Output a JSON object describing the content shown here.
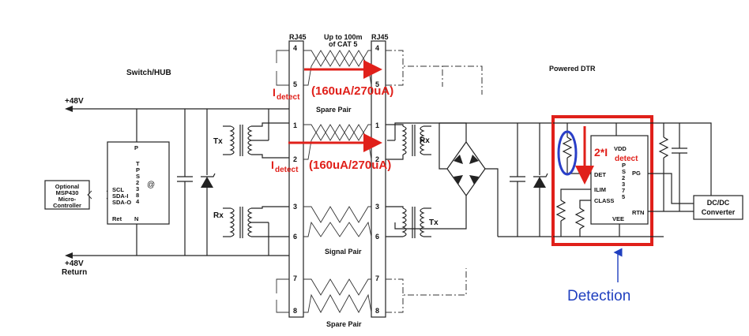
{
  "switch_side": {
    "title": "Switch/HUB",
    "plus48v": "+48V",
    "plus48v_return_l1": "+48V",
    "plus48v_return_l2": "Return",
    "mcu_l1": "Optional",
    "mcu_l2": "MSP430",
    "mcu_l3": "Micro-",
    "mcu_l4": "Controller",
    "pin_scl": "SCL",
    "pin_sda_i": "SDA-I",
    "pin_sda_o": "SDA-O",
    "pin_ret": "Ret",
    "pin_p": "P",
    "pin_n": "N",
    "chip_letters": [
      "T",
      "P",
      "S",
      "2",
      "3",
      "8",
      "4"
    ],
    "chip_at": "@",
    "tx": "Tx",
    "rx": "Rx"
  },
  "cable": {
    "rj45_left": "RJ45",
    "rj45_right": "RJ45",
    "length_l1": "Up to 100m",
    "length_l2": "of CAT 5",
    "left_pins": [
      "4",
      "5",
      "1",
      "2",
      "3",
      "6",
      "7",
      "8"
    ],
    "right_pins": [
      "4",
      "5",
      "1",
      "2",
      "3",
      "6",
      "7",
      "8"
    ],
    "spare_pair_top": "Spare Pair",
    "signal_pair": "Signal Pair",
    "spare_pair_bottom": "Spare Pair"
  },
  "annotations": {
    "idetect_1_main": "I",
    "idetect_1_sub": "detect",
    "idetect_1_value": "(160uA/270uA)",
    "idetect_2_main": "I",
    "idetect_2_sub": "detect",
    "idetect_2_value": "(160uA/270uA)",
    "two_idetect_main": "2*I",
    "two_idetect_sub": "detect",
    "detection": "Detection"
  },
  "powered_side": {
    "title": "Powered DTR",
    "rx": "Rx",
    "tx": "Tx",
    "pin_vdd": "VDD",
    "pin_det": "DET",
    "pin_ilim": "ILIM",
    "pin_class": "CLASS",
    "pin_vee": "VEE",
    "pin_pg": "PG",
    "pin_rtn": "RTN",
    "chip_letters": [
      "P",
      "S",
      "2",
      "3",
      "7",
      "5"
    ],
    "converter_l1": "DC/DC",
    "converter_l2": "Converter"
  },
  "colors": {
    "annotation_red": "#e0201a",
    "detection_blue": "#1f3fbf",
    "ellipse_blue": "#2a3fc8"
  }
}
